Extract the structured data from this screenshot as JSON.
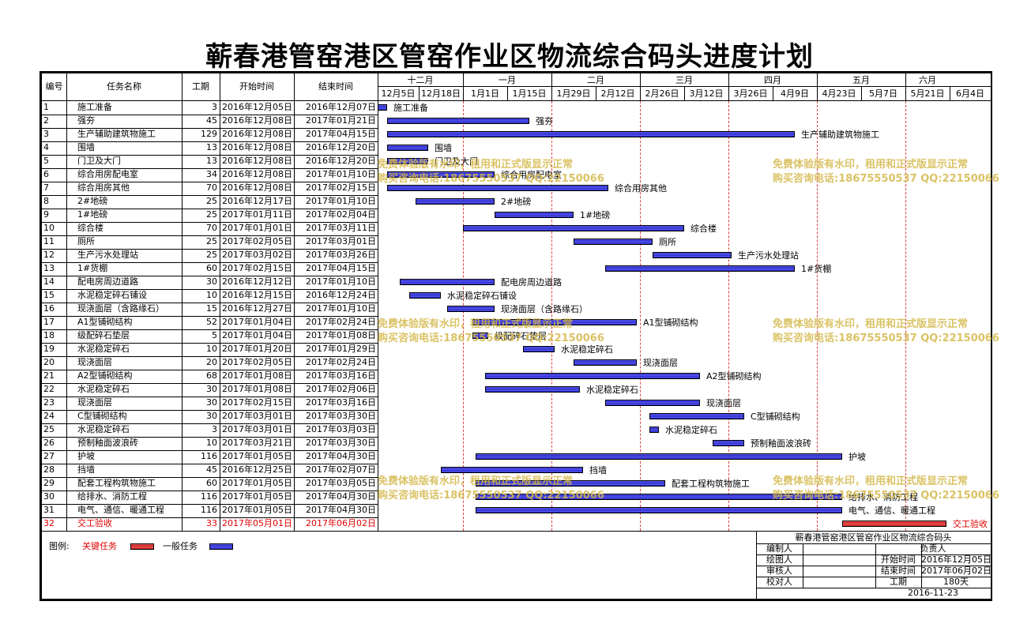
{
  "title": "蕲春港管窑港区管窑作业区物流综合码头进度计划",
  "headers": {
    "no": "编号",
    "name": "任务名称",
    "dur": "工期",
    "start": "开始时间",
    "end": "结束时间"
  },
  "months": [
    {
      "label": "十二月",
      "start": 0,
      "end": 2
    },
    {
      "label": "一月",
      "start": 2,
      "end": 4
    },
    {
      "label": "二月",
      "start": 4,
      "end": 6
    },
    {
      "label": "三月",
      "start": 6,
      "end": 8
    },
    {
      "label": "四月",
      "start": 8,
      "end": 10
    },
    {
      "label": "五月",
      "start": 10,
      "end": 12
    },
    {
      "label": "六月",
      "start": 12,
      "end": 13
    }
  ],
  "weeks": [
    "12月5日",
    "12月18日",
    "1月1日",
    "1月15日",
    "1月29日",
    "2月12日",
    "2月26日",
    "3月12日",
    "3月26日",
    "4月9日",
    "4月23日",
    "5月7日",
    "5月21日",
    "6月4日"
  ],
  "chart_data": {
    "type": "table",
    "title": "蕲春港管窑港区管窑作业区物流综合码头进度计划",
    "axis_start": "2016-12-05",
    "tasks": [
      {
        "id": "1",
        "name": "施工准备",
        "dur": "3",
        "start": "2016年12月05日",
        "end": "2016年12月07日",
        "s": "2016-12-05",
        "e": "2016-12-07",
        "key": false
      },
      {
        "id": "2",
        "name": "强夯",
        "dur": "45",
        "start": "2016年12月08日",
        "end": "2017年01月21日",
        "s": "2016-12-08",
        "e": "2017-01-21",
        "key": false
      },
      {
        "id": "3",
        "name": "生产辅助建筑物施工",
        "dur": "129",
        "start": "2016年12月08日",
        "end": "2017年04月15日",
        "s": "2016-12-08",
        "e": "2017-04-15",
        "key": false
      },
      {
        "id": "4",
        "name": "围墙",
        "dur": "13",
        "start": "2016年12月08日",
        "end": "2016年12月20日",
        "s": "2016-12-08",
        "e": "2016-12-20",
        "key": false
      },
      {
        "id": "5",
        "name": "门卫及大门",
        "dur": "13",
        "start": "2016年12月08日",
        "end": "2016年12月20日",
        "s": "2016-12-08",
        "e": "2016-12-20",
        "key": false
      },
      {
        "id": "6",
        "name": "综合用房配电室",
        "dur": "34",
        "start": "2016年12月08日",
        "end": "2017年01月10日",
        "s": "2016-12-08",
        "e": "2017-01-10",
        "key": false
      },
      {
        "id": "7",
        "name": "综合用房其他",
        "dur": "70",
        "start": "2016年12月08日",
        "end": "2017年02月15日",
        "s": "2016-12-08",
        "e": "2017-02-15",
        "key": false
      },
      {
        "id": "8",
        "name": "2#地磅",
        "dur": "25",
        "start": "2016年12月17日",
        "end": "2017年01月10日",
        "s": "2016-12-17",
        "e": "2017-01-10",
        "key": false
      },
      {
        "id": "9",
        "name": "1#地磅",
        "dur": "25",
        "start": "2017年01月11日",
        "end": "2017年02月04日",
        "s": "2017-01-11",
        "e": "2017-02-04",
        "key": false
      },
      {
        "id": "10",
        "name": "综合楼",
        "dur": "70",
        "start": "2017年01月01日",
        "end": "2017年03月11日",
        "s": "2017-01-01",
        "e": "2017-03-11",
        "key": false
      },
      {
        "id": "11",
        "name": "厕所",
        "dur": "25",
        "start": "2017年02月05日",
        "end": "2017年03月01日",
        "s": "2017-02-05",
        "e": "2017-03-01",
        "key": false
      },
      {
        "id": "12",
        "name": "生产污水处理站",
        "dur": "25",
        "start": "2017年03月02日",
        "end": "2017年03月26日",
        "s": "2017-03-02",
        "e": "2017-03-26",
        "key": false
      },
      {
        "id": "13",
        "name": "1#货棚",
        "dur": "60",
        "start": "2017年02月15日",
        "end": "2017年04月15日",
        "s": "2017-02-15",
        "e": "2017-04-15",
        "key": false
      },
      {
        "id": "14",
        "name": "配电房周边道路",
        "dur": "30",
        "start": "2016年12月12日",
        "end": "2017年01月10日",
        "s": "2016-12-12",
        "e": "2017-01-10",
        "key": false
      },
      {
        "id": "15",
        "name": "水泥稳定碎石铺设",
        "dur": "10",
        "start": "2016年12月15日",
        "end": "2016年12月24日",
        "s": "2016-12-15",
        "e": "2016-12-24",
        "key": false
      },
      {
        "id": "16",
        "name": "现浇面层（含路缘石）",
        "dur": "15",
        "start": "2016年12月27日",
        "end": "2017年01月10日",
        "s": "2016-12-27",
        "e": "2017-01-10",
        "key": false
      },
      {
        "id": "17",
        "name": "A1型铺砌结构",
        "dur": "52",
        "start": "2017年01月04日",
        "end": "2017年02月24日",
        "s": "2017-01-04",
        "e": "2017-02-24",
        "key": false
      },
      {
        "id": "18",
        "name": "级配碎石垫层",
        "dur": "5",
        "start": "2017年01月04日",
        "end": "2017年01月08日",
        "s": "2017-01-04",
        "e": "2017-01-08",
        "key": false
      },
      {
        "id": "19",
        "name": "水泥稳定碎石",
        "dur": "10",
        "start": "2017年01月20日",
        "end": "2017年01月29日",
        "s": "2017-01-20",
        "e": "2017-01-29",
        "key": false
      },
      {
        "id": "20",
        "name": "现浇面层",
        "dur": "20",
        "start": "2017年02月05日",
        "end": "2017年02月24日",
        "s": "2017-02-05",
        "e": "2017-02-24",
        "key": false
      },
      {
        "id": "21",
        "name": "A2型铺砌结构",
        "dur": "68",
        "start": "2017年01月08日",
        "end": "2017年03月16日",
        "s": "2017-01-08",
        "e": "2017-03-16",
        "key": false
      },
      {
        "id": "22",
        "name": "水泥稳定碎石",
        "dur": "30",
        "start": "2017年01月08日",
        "end": "2017年02月06日",
        "s": "2017-01-08",
        "e": "2017-02-06",
        "key": false
      },
      {
        "id": "23",
        "name": "现浇面层",
        "dur": "30",
        "start": "2017年02月15日",
        "end": "2017年03月16日",
        "s": "2017-02-15",
        "e": "2017-03-16",
        "key": false
      },
      {
        "id": "24",
        "name": "C型铺砌结构",
        "dur": "30",
        "start": "2017年03月01日",
        "end": "2017年03月30日",
        "s": "2017-03-01",
        "e": "2017-03-30",
        "key": false
      },
      {
        "id": "25",
        "name": "水泥稳定碎石",
        "dur": "3",
        "start": "2017年03月01日",
        "end": "2017年03月03日",
        "s": "2017-03-01",
        "e": "2017-03-03",
        "key": false
      },
      {
        "id": "26",
        "name": "预制釉面波浪砖",
        "dur": "10",
        "start": "2017年03月21日",
        "end": "2017年03月30日",
        "s": "2017-03-21",
        "e": "2017-03-30",
        "key": false
      },
      {
        "id": "27",
        "name": "护坡",
        "dur": "116",
        "start": "2017年01月05日",
        "end": "2017年04月30日",
        "s": "2017-01-05",
        "e": "2017-04-30",
        "key": false
      },
      {
        "id": "28",
        "name": "挡墙",
        "dur": "45",
        "start": "2016年12月25日",
        "end": "2017年02月07日",
        "s": "2016-12-25",
        "e": "2017-02-07",
        "key": false
      },
      {
        "id": "29",
        "name": "配套工程构筑物施工",
        "dur": "60",
        "start": "2017年01月05日",
        "end": "2017年03月05日",
        "s": "2017-01-05",
        "e": "2017-03-05",
        "key": false
      },
      {
        "id": "30",
        "name": "给排水、消防工程",
        "dur": "116",
        "start": "2017年01月05日",
        "end": "2017年04月30日",
        "s": "2017-01-05",
        "e": "2017-04-30",
        "key": false
      },
      {
        "id": "31",
        "name": "电气、通信、暖通工程",
        "dur": "116",
        "start": "2017年01月05日",
        "end": "2017年04月30日",
        "s": "2017-01-05",
        "e": "2017-04-30",
        "key": false
      },
      {
        "id": "32",
        "name": "交工验收",
        "dur": "33",
        "start": "2017年05月01日",
        "end": "2017年06月02日",
        "s": "2017-05-01",
        "e": "2017-06-02",
        "key": true
      }
    ]
  },
  "legend": {
    "label": "图例:",
    "key": "关键任务",
    "normal": "一般任务",
    "key_color": "#e03030",
    "normal_color": "#4040d8"
  },
  "info": {
    "title": "蕲春港管窑港区管窑作业区物流综合码头",
    "editor": "编制人",
    "drawer": "绘图人",
    "reviewer": "审核人",
    "checker": "校对人",
    "owner": "负责人",
    "start_label": "开始时间",
    "start_value": "2016年12月05日",
    "end_label": "结束时间",
    "end_value": "2017年06月02日",
    "dur_label": "工期",
    "dur_value": "180天",
    "date": "2016-11-23"
  },
  "watermark": {
    "line1": "免费体验版有水印，租用和正式版显示正常",
    "line2": "购买咨询电话:18675550537 QQ:22150066"
  }
}
